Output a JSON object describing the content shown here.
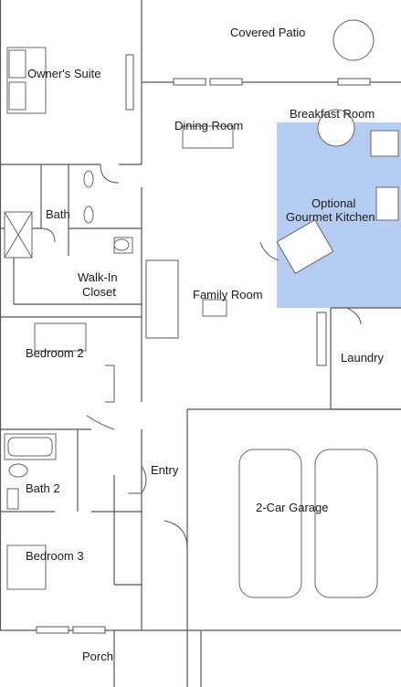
{
  "rooms": {
    "covered_patio": "Covered Patio",
    "owners_suite": "Owner's Suite",
    "dining_room": "Dining Room",
    "breakfast_room": "Breakfast Room",
    "optional_kitchen_line1": "Optional",
    "optional_kitchen_line2": "Gourmet Kitchen",
    "bath": "Bath",
    "walk_in_line1": "Walk-In",
    "walk_in_line2": "Closet",
    "family_room": "Family Room",
    "bedroom_2": "Bedroom 2",
    "laundry": "Laundry",
    "entry": "Entry",
    "bath_2": "Bath 2",
    "garage": "2-Car Garage",
    "bedroom_3": "Bedroom 3",
    "porch": "Porch"
  },
  "colors": {
    "wall": "#555555",
    "highlight": "#b5cdf2",
    "fixture": "#666666"
  }
}
